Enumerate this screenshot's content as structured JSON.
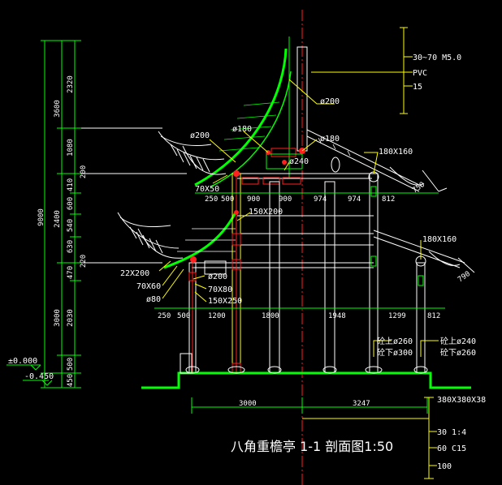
{
  "title": "八角重檐亭 1-1 剖面图1:50",
  "left_dims": {
    "total": "9000",
    "mid": [
      "3600",
      "2400",
      "3000"
    ],
    "inner": [
      "2320",
      "1080",
      "410",
      "600",
      "540",
      "630",
      "470",
      "2030",
      "500",
      "450"
    ],
    "small": [
      "200",
      "220"
    ]
  },
  "level_labels": [
    "±0.000",
    "-0.450"
  ],
  "roof_material": [
    "30~70  M5.0",
    "PVC",
    "15"
  ],
  "upper_row_dims": [
    "250",
    "500",
    "900",
    "900",
    "974",
    "974",
    "812"
  ],
  "lower_row_dims": [
    "250",
    "500",
    "1200",
    "1800",
    "1948",
    "1299",
    "812"
  ],
  "bottom_dims": [
    "3000",
    "3247"
  ],
  "callouts": {
    "phi200_top": "ø200",
    "phi200_left": "ø200",
    "phi180_left": "ø180",
    "phi180_right": "ø180",
    "phi240": "ø240",
    "s70x50": "70X50",
    "s150x200": "150X200",
    "s180x160_up": "180X160",
    "s180x160_low": "180X160",
    "d750": "750",
    "d790": "790",
    "s22x200": "22X200",
    "s70x60": "70X60",
    "phi80": "ø80",
    "phi200_low": "ø200",
    "s70x80": "70X80",
    "s150x250": "150X250",
    "col_top_l": "砼上ø260",
    "col_bot_l": "砼下ø300",
    "col_top_r": "砼上ø240",
    "col_bot_r": "砼下ø260"
  },
  "foundation_material": [
    "380X380X38",
    "30  1:4",
    "60  C15",
    "100"
  ]
}
